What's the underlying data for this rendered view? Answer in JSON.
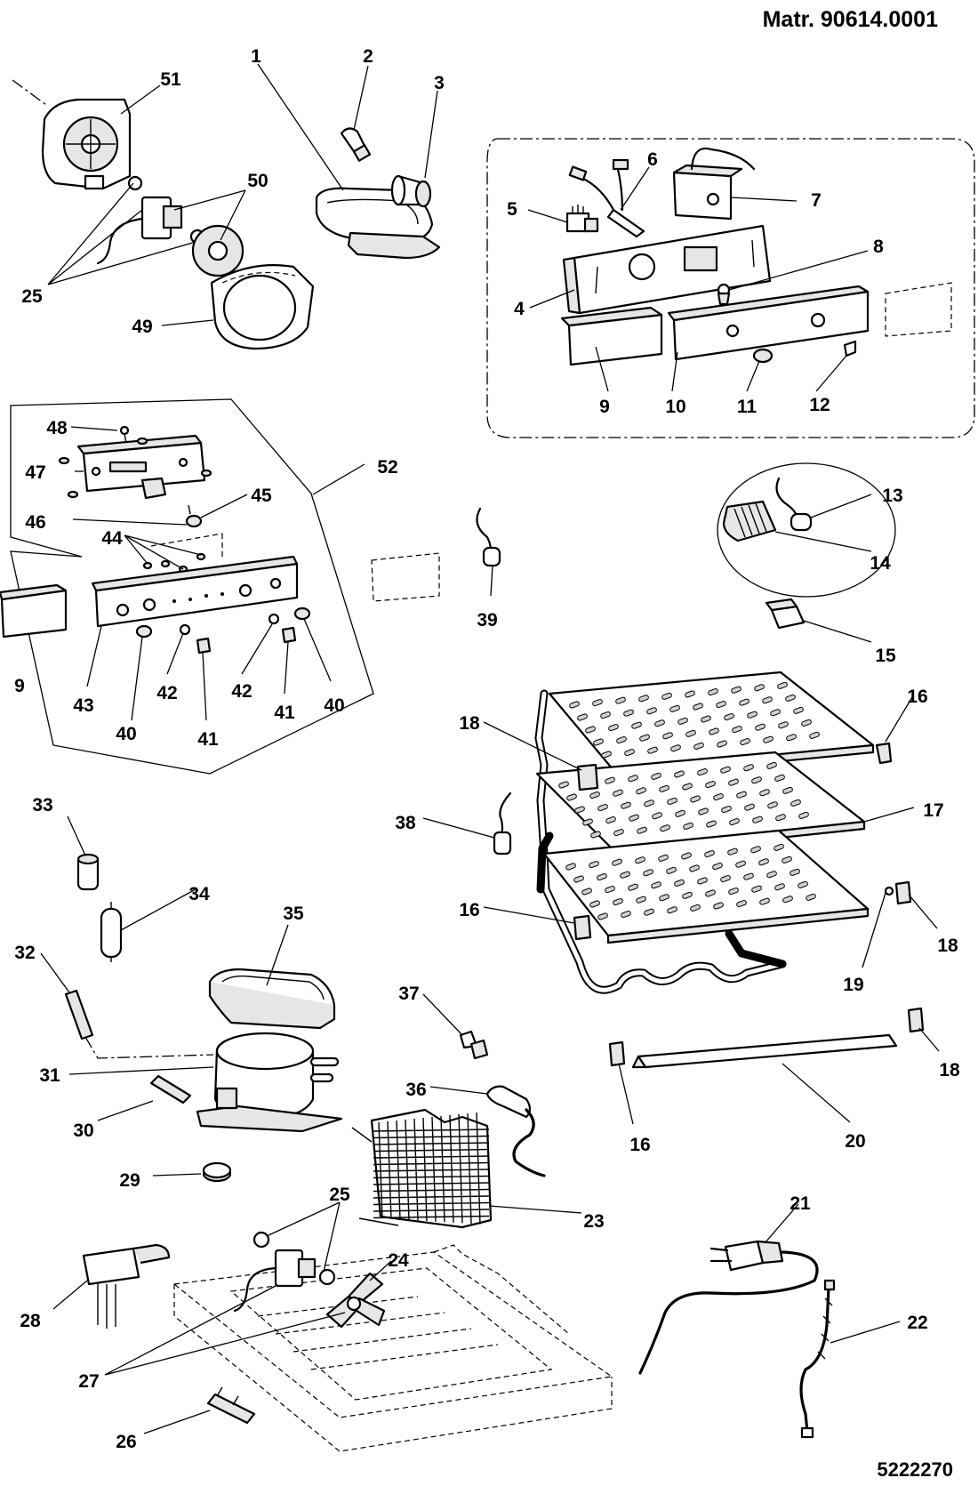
{
  "header": {
    "material_number": "Matr. 90614.0001",
    "drawing_code": "5222270"
  },
  "callouts": [
    {
      "id": "c1",
      "text": "1"
    },
    {
      "id": "c2",
      "text": "2"
    },
    {
      "id": "c3",
      "text": "3"
    },
    {
      "id": "c51",
      "text": "51"
    },
    {
      "id": "c50",
      "text": "50"
    },
    {
      "id": "c25a",
      "text": "25"
    },
    {
      "id": "c49",
      "text": "49"
    },
    {
      "id": "c6",
      "text": "6"
    },
    {
      "id": "c5",
      "text": "5"
    },
    {
      "id": "c7",
      "text": "7"
    },
    {
      "id": "c8",
      "text": "8"
    },
    {
      "id": "c4",
      "text": "4"
    },
    {
      "id": "c9a",
      "text": "9"
    },
    {
      "id": "c10",
      "text": "10"
    },
    {
      "id": "c11",
      "text": "11"
    },
    {
      "id": "c12",
      "text": "12"
    },
    {
      "id": "c48",
      "text": "48"
    },
    {
      "id": "c47",
      "text": "47"
    },
    {
      "id": "c52",
      "text": "52"
    },
    {
      "id": "c45",
      "text": "45"
    },
    {
      "id": "c46",
      "text": "46"
    },
    {
      "id": "c44",
      "text": "44"
    },
    {
      "id": "c9b",
      "text": "9"
    },
    {
      "id": "c43",
      "text": "43"
    },
    {
      "id": "c42a",
      "text": "42"
    },
    {
      "id": "c42b",
      "text": "42"
    },
    {
      "id": "c40a",
      "text": "40"
    },
    {
      "id": "c40b",
      "text": "40"
    },
    {
      "id": "c41a",
      "text": "41"
    },
    {
      "id": "c41b",
      "text": "41"
    },
    {
      "id": "c39",
      "text": "39"
    },
    {
      "id": "c13",
      "text": "13"
    },
    {
      "id": "c14",
      "text": "14"
    },
    {
      "id": "c15",
      "text": "15"
    },
    {
      "id": "c16a",
      "text": "16"
    },
    {
      "id": "c18a",
      "text": "18"
    },
    {
      "id": "c17",
      "text": "17"
    },
    {
      "id": "c38",
      "text": "38"
    },
    {
      "id": "c16b",
      "text": "16"
    },
    {
      "id": "c18b",
      "text": "18"
    },
    {
      "id": "c19",
      "text": "19"
    },
    {
      "id": "c18c",
      "text": "18"
    },
    {
      "id": "c16c",
      "text": "16"
    },
    {
      "id": "c20",
      "text": "20"
    },
    {
      "id": "c33",
      "text": "33"
    },
    {
      "id": "c34",
      "text": "34"
    },
    {
      "id": "c35",
      "text": "35"
    },
    {
      "id": "c32",
      "text": "32"
    },
    {
      "id": "c37",
      "text": "37"
    },
    {
      "id": "c31",
      "text": "31"
    },
    {
      "id": "c36",
      "text": "36"
    },
    {
      "id": "c30",
      "text": "30"
    },
    {
      "id": "c29",
      "text": "29"
    },
    {
      "id": "c23",
      "text": "23"
    },
    {
      "id": "c25b",
      "text": "25"
    },
    {
      "id": "c24",
      "text": "24"
    },
    {
      "id": "c21",
      "text": "21"
    },
    {
      "id": "c28",
      "text": "28"
    },
    {
      "id": "c22",
      "text": "22"
    },
    {
      "id": "c27",
      "text": "27"
    },
    {
      "id": "c26",
      "text": "26"
    }
  ]
}
